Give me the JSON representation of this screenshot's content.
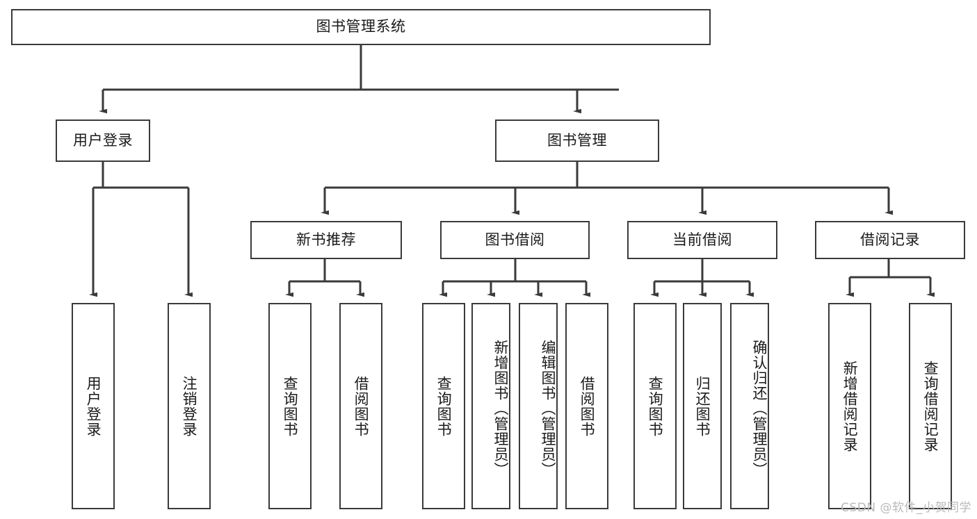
{
  "diagram": {
    "title": "图书管理系统",
    "watermark": "CSDN @软件_小贺同学",
    "root": {
      "label": "图书管理系统"
    },
    "level2": [
      {
        "id": "user-login",
        "label": "用户登录"
      },
      {
        "id": "book-manage",
        "label": "图书管理"
      }
    ],
    "level3": [
      {
        "id": "new-book-recommend",
        "label": "新书推荐"
      },
      {
        "id": "book-borrow",
        "label": "图书借阅"
      },
      {
        "id": "current-borrow",
        "label": "当前借阅"
      },
      {
        "id": "borrow-record",
        "label": "借阅记录"
      }
    ],
    "leaves": {
      "user_login": [
        {
          "id": "leaf-user-login",
          "label": "用户登录"
        },
        {
          "id": "leaf-logout-login",
          "label": "注销登录"
        }
      ],
      "new_book_recommend": [
        {
          "id": "leaf-query-book-1",
          "label": "查询图书"
        },
        {
          "id": "leaf-borrow-book-1",
          "label": "借阅图书"
        }
      ],
      "book_borrow": [
        {
          "id": "leaf-query-book-2",
          "label": "查询图书"
        },
        {
          "id": "leaf-add-book",
          "label": "新增图书（管理员）"
        },
        {
          "id": "leaf-edit-book",
          "label": "编辑图书（管理员）"
        },
        {
          "id": "leaf-borrow-book-2",
          "label": "借阅图书"
        }
      ],
      "current_borrow": [
        {
          "id": "leaf-query-book-3",
          "label": "查询图书"
        },
        {
          "id": "leaf-return-book",
          "label": "归还图书"
        },
        {
          "id": "leaf-confirm-return",
          "label": "确认归还（管理员）"
        }
      ],
      "borrow_record": [
        {
          "id": "leaf-add-record",
          "label": "新增借阅记录"
        },
        {
          "id": "leaf-query-record",
          "label": "查询借阅记录"
        }
      ]
    },
    "colors": {
      "stroke": "#3a3a3a",
      "box_fill": "#ffffff",
      "text": "#1a1a1a",
      "watermark": "#b9b9b9"
    }
  }
}
